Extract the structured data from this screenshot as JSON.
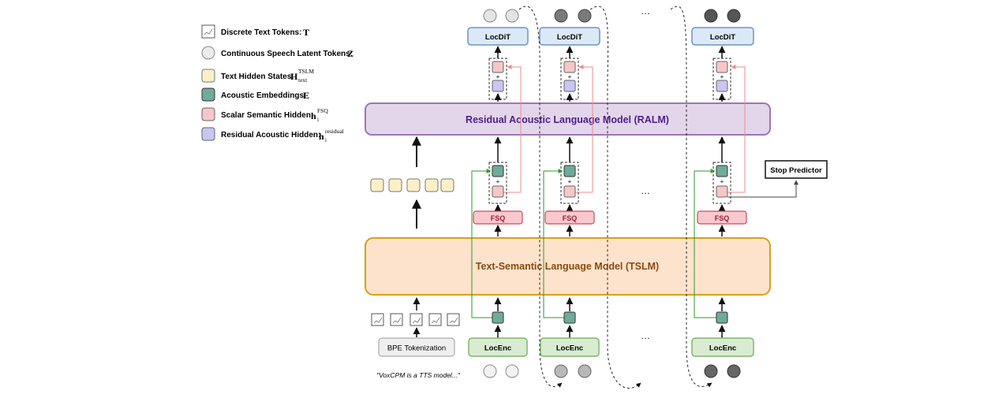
{
  "legend": {
    "items": [
      {
        "label": "Discrete Text Tokens:",
        "symbol": "T",
        "sup": "",
        "sub": ""
      },
      {
        "label": "Continuous Speech Latent Tokens:",
        "symbol": "Z",
        "sup": "",
        "sub": ""
      },
      {
        "label": "Text Hidden States:",
        "symbol": "H",
        "sup": "TSLM",
        "sub": "text"
      },
      {
        "label": "Acoustic Embeddings:",
        "symbol": "E",
        "sup": "",
        "sub": ""
      },
      {
        "label": "Scalar Semantic Hidden:",
        "symbol": "h",
        "sup": "FSQ",
        "sub": "i"
      },
      {
        "label": "Residual Acoustic Hidden:",
        "symbol": "h",
        "sup": "residual",
        "sub": "i"
      }
    ]
  },
  "models": {
    "ralm": "Residual Acoustic Language Model (RALM)",
    "tslm": "Text-Semantic Language Model (TSLM)"
  },
  "blocks": {
    "locdit": "LocDiT",
    "fsq": "FSQ",
    "locenc": "LocEnc",
    "bpe": "BPE Tokenization",
    "stop": "Stop Predictor",
    "plus": "+",
    "ellipsis": "…"
  },
  "input_text": "\"VoxCPM is a TTS model...\"",
  "colors": {
    "ralm_fill": "#e3d6ea",
    "ralm_stroke": "#9a79b3",
    "ralm_text": "#4b1f8a",
    "tslm_fill": "#fde3cc",
    "tslm_stroke": "#d9a01a",
    "tslm_text": "#8a4a10",
    "locdit_fill": "#dbe8f7",
    "locdit_stroke": "#6f93c6",
    "fsq_fill": "#f9c9cf",
    "fsq_stroke": "#c94b5e",
    "fsq_text": "#9a1f33",
    "locenc_fill": "#d9ecd2",
    "locenc_stroke": "#80b56c",
    "text_hidden": "#fdf0c8",
    "acoustic": "#6fab9a",
    "semantic": "#f5c7c8",
    "residual": "#c9c6f3",
    "green_line": "#2e9a2e",
    "pink_line": "#f08a8f",
    "token_light": "#e4e4e4",
    "token_mid": "#b8b8b8",
    "token_dark": "#666666"
  }
}
